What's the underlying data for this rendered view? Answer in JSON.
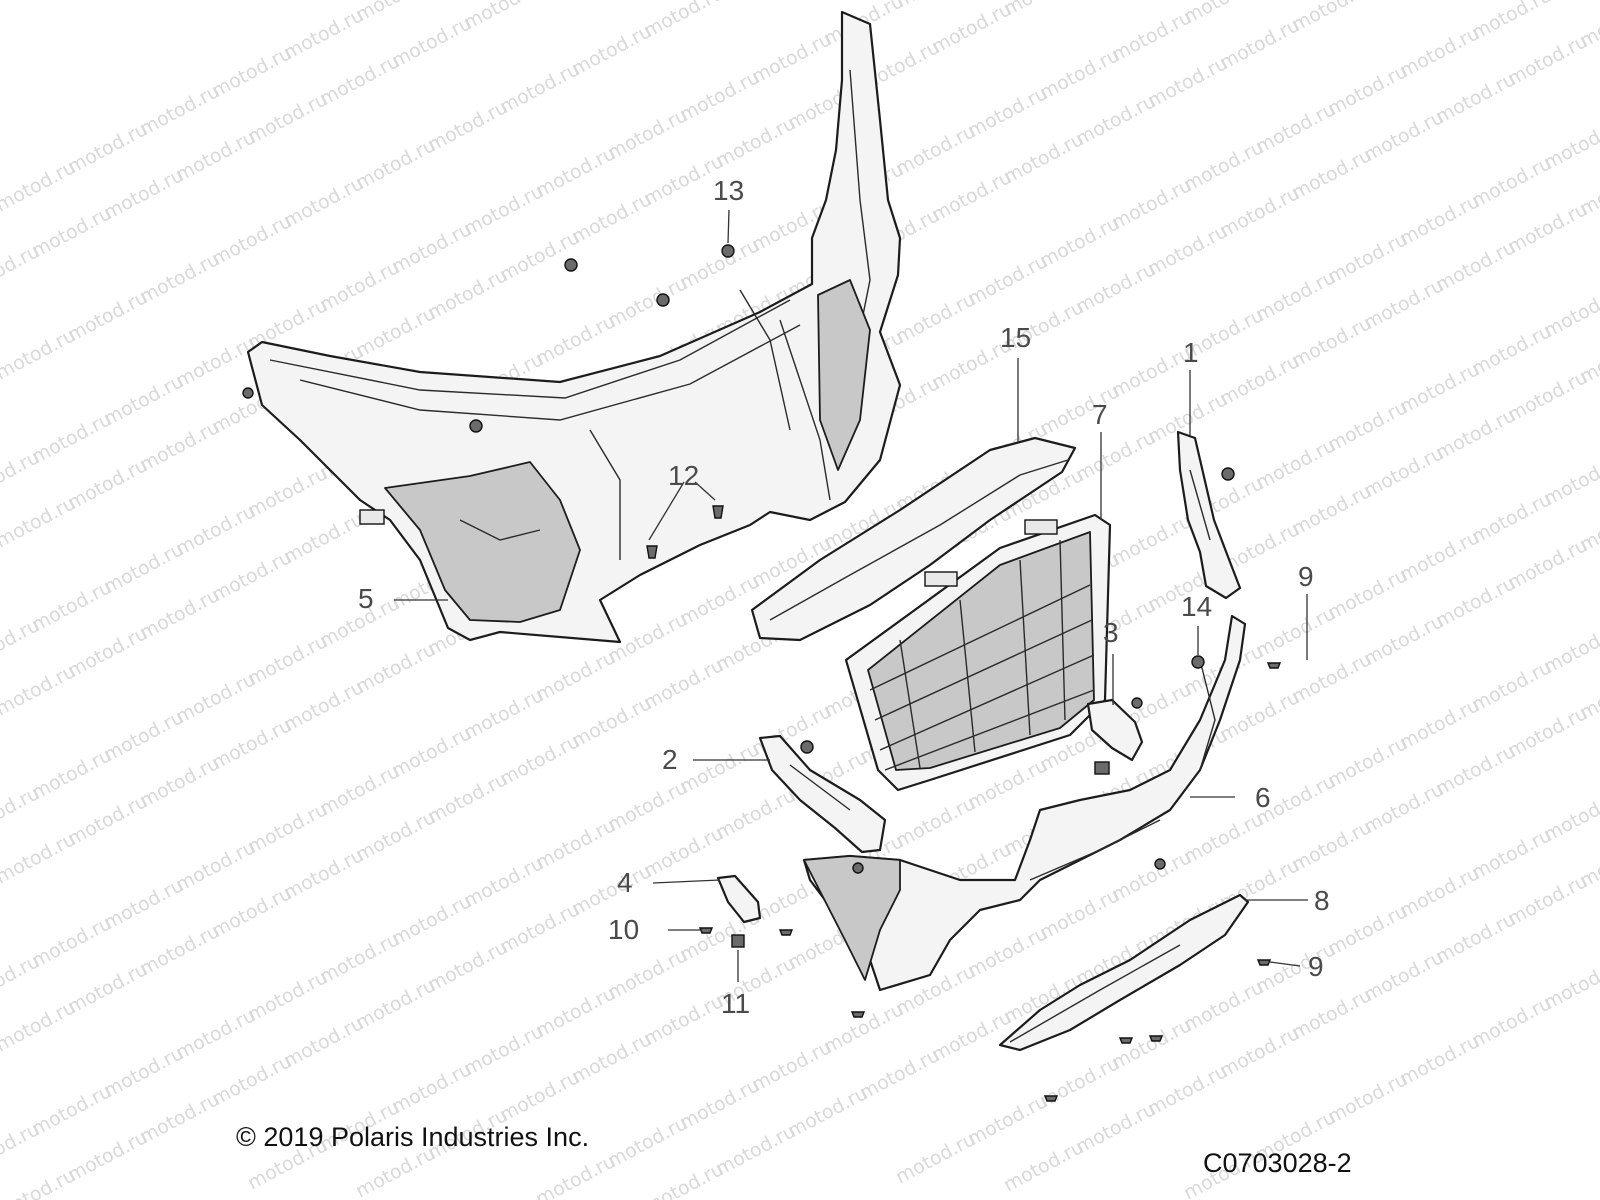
{
  "watermark": {
    "text": "motod.ru"
  },
  "callouts": [
    {
      "id": "c1",
      "label": "1"
    },
    {
      "id": "c2",
      "label": "2"
    },
    {
      "id": "c3",
      "label": "3"
    },
    {
      "id": "c4",
      "label": "4"
    },
    {
      "id": "c5",
      "label": "5"
    },
    {
      "id": "c6",
      "label": "6"
    },
    {
      "id": "c7",
      "label": "7"
    },
    {
      "id": "c8",
      "label": "8"
    },
    {
      "id": "c9a",
      "label": "9"
    },
    {
      "id": "c9b",
      "label": "9"
    },
    {
      "id": "c10",
      "label": "10"
    },
    {
      "id": "c11",
      "label": "11"
    },
    {
      "id": "c12",
      "label": "12"
    },
    {
      "id": "c13",
      "label": "13"
    },
    {
      "id": "c14",
      "label": "14"
    },
    {
      "id": "c15",
      "label": "15"
    }
  ],
  "footer": {
    "copyright": "© 2019 Polaris Industries Inc.",
    "drawing_id": "C0703028-2"
  }
}
